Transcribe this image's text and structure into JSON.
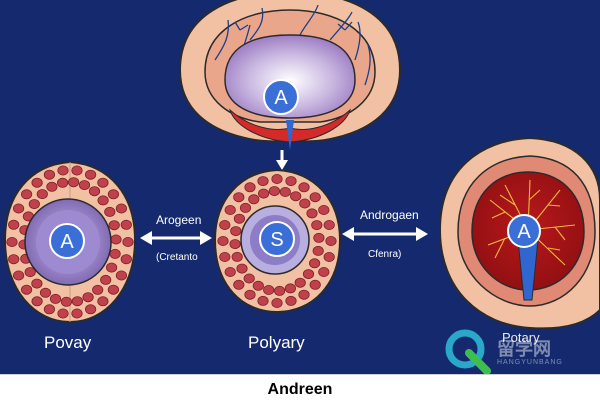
{
  "badges": {
    "top": "A",
    "left": "A",
    "center": "S",
    "right": "A"
  },
  "labels": {
    "left_arrow_top": "Arogeen",
    "left_arrow_bottom": "(Cretanto",
    "right_arrow_top": "Androgaen",
    "right_arrow_bottom": "Cfenra)",
    "left_caption": "Povay",
    "center_caption": "Polyary",
    "right_caption": "Potary"
  },
  "footer": {
    "title": "Andreen"
  },
  "watermark": {
    "line1": "留学网",
    "line2": "HANGYUNBANG"
  },
  "colors": {
    "background": "#152a6e",
    "badge_blue": "#3a6fd8",
    "tissue_pink": "#f2c1a4",
    "red_cell": "#c0414b",
    "arrow": "#ffffff"
  },
  "icons": {
    "top": "brain-pituitary-icon",
    "left": "follicle-cell-icon",
    "center": "ovary-cross-section-icon",
    "right": "gland-organ-icon",
    "watermark": "q-logo-icon"
  }
}
